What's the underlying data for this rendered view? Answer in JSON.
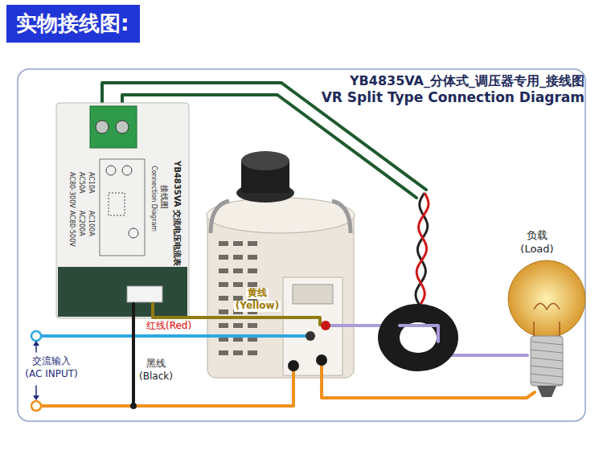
{
  "diagram": {
    "title": "实物接线图:",
    "labels": [
      "YB4835VA_分体式_调压器专用_接线图",
      "VR Split Type Connection Diagram",
      "负载",
      "(Load)",
      "黄线",
      "(Yellow)",
      "红线(Red)",
      "交流输入",
      "(AC INPUT)",
      "黑线",
      "(Black)",
      "YB4835VA 交流电压电流表",
      "接线图",
      "Connection Diagram",
      "AC10A",
      "AC100A",
      "AC50A",
      "AC200A",
      "AC80-300V",
      "AC80-500V"
    ]
  }
}
